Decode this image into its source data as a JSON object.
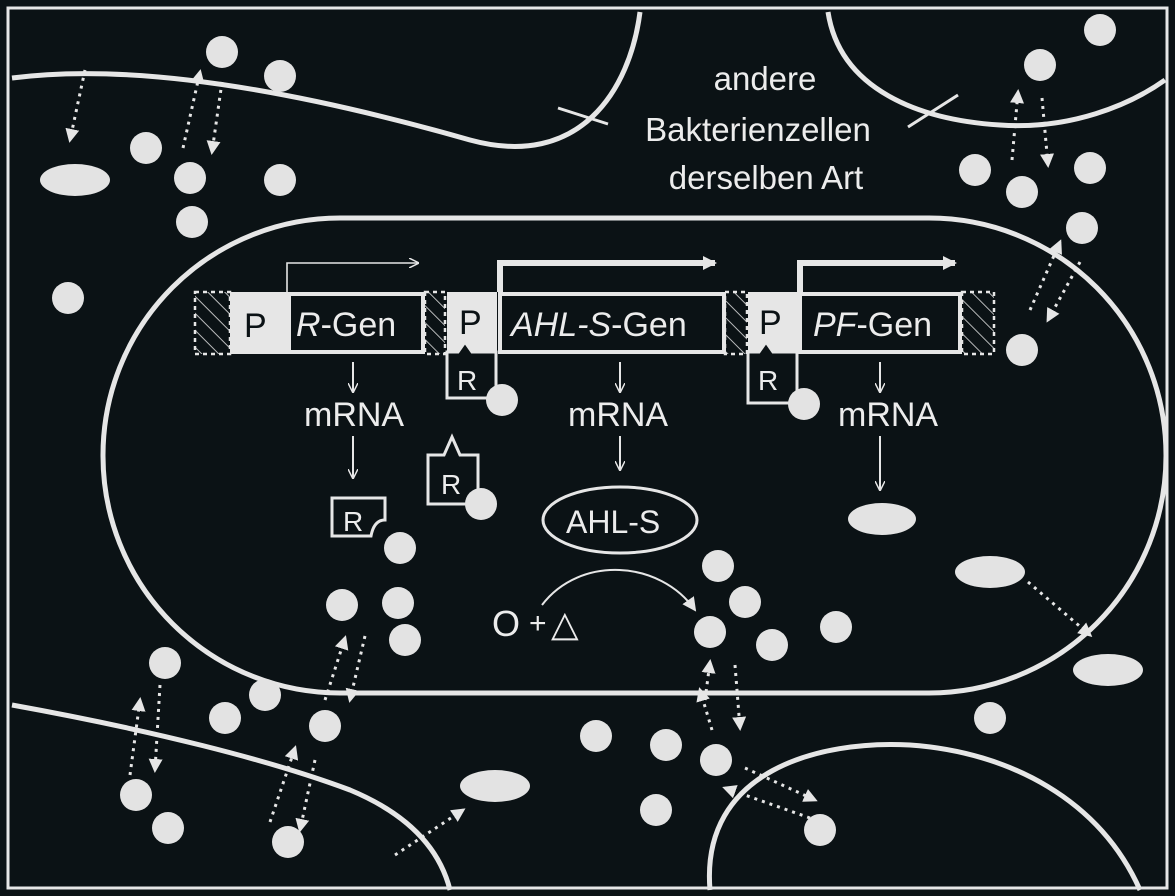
{
  "colors": {
    "background": "#0b1215",
    "line": "#e6e6e6",
    "molecule": "#e3e3e3"
  },
  "neighbor_cells_label": {
    "line1": "andere",
    "line2": "Bakterienzellen",
    "line3": "derselben Art"
  },
  "genes": [
    {
      "promoter": "P",
      "gene_italic": "R",
      "gene_suffix": "-Gen",
      "mrna": "mRNA"
    },
    {
      "promoter": "P",
      "gene_italic": "AHL-S",
      "gene_suffix": "-Gen",
      "mrna": "mRNA"
    },
    {
      "promoter": "P",
      "gene_italic": "PF",
      "gene_suffix": "-Gen",
      "mrna": "mRNA"
    }
  ],
  "regulator_label": "R",
  "enzyme_label": "AHL-S",
  "reaction": {
    "substrate_a": "O",
    "plus": "+",
    "substrate_b": "△"
  },
  "icons": [
    "autoinducer-molecule",
    "pf-protein-oval",
    "dotted-diffusion-arrow",
    "regulator-protein",
    "transcription-start-arrow"
  ]
}
